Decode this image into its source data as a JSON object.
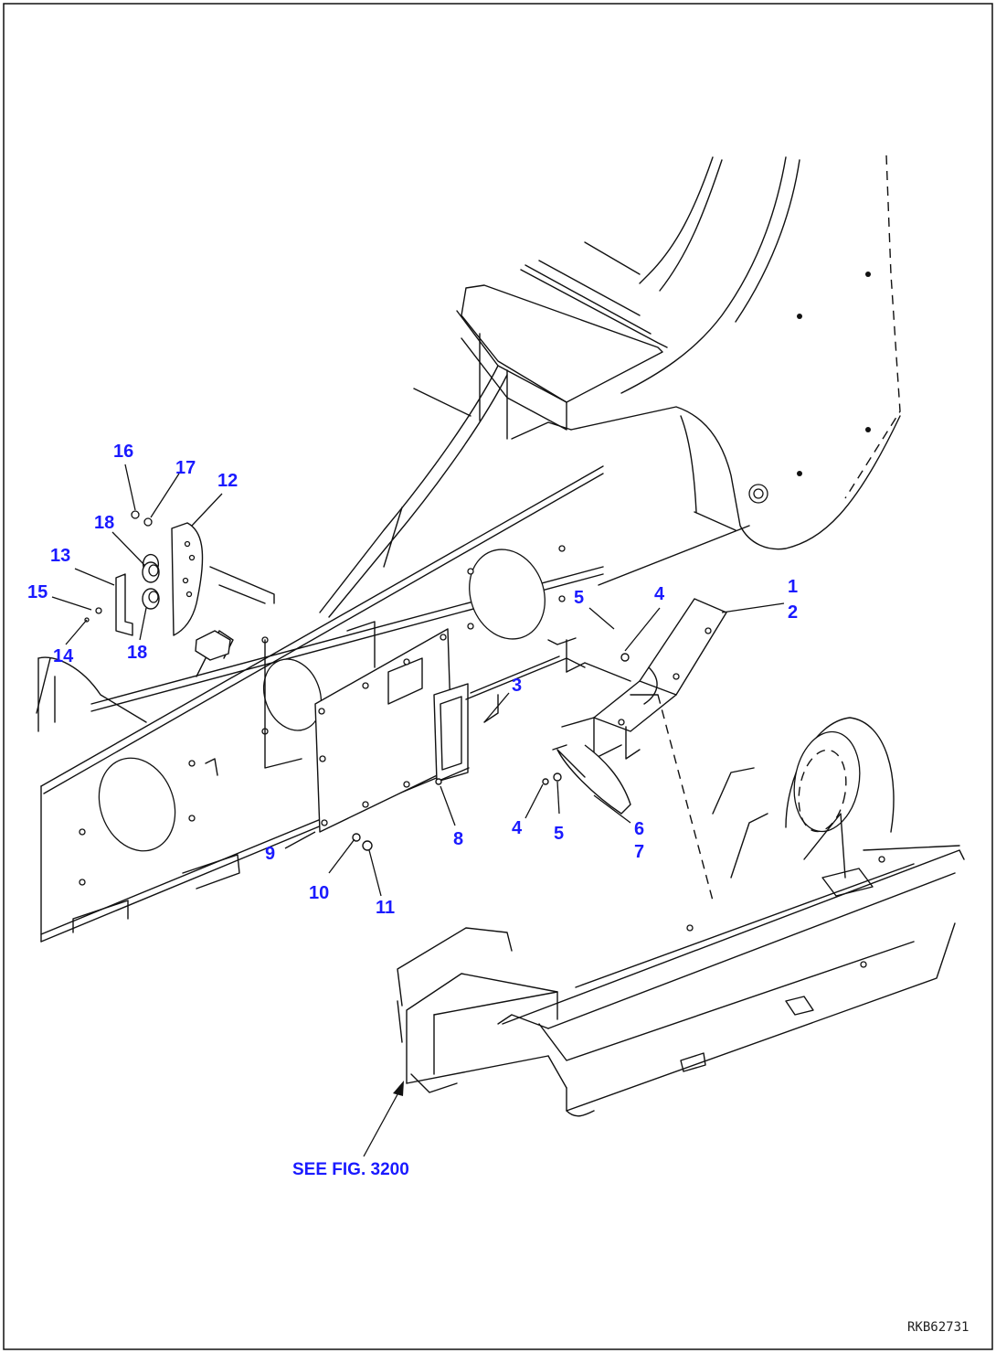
{
  "callouts": [
    "1",
    "2",
    "3",
    "4",
    "5",
    "4",
    "5",
    "6",
    "7",
    "8",
    "9",
    "10",
    "11",
    "12",
    "13",
    "14",
    "15",
    "16",
    "17",
    "18",
    "18"
  ],
  "reference": "SEE FIG. 3200",
  "drawing_code": "RKB62731"
}
